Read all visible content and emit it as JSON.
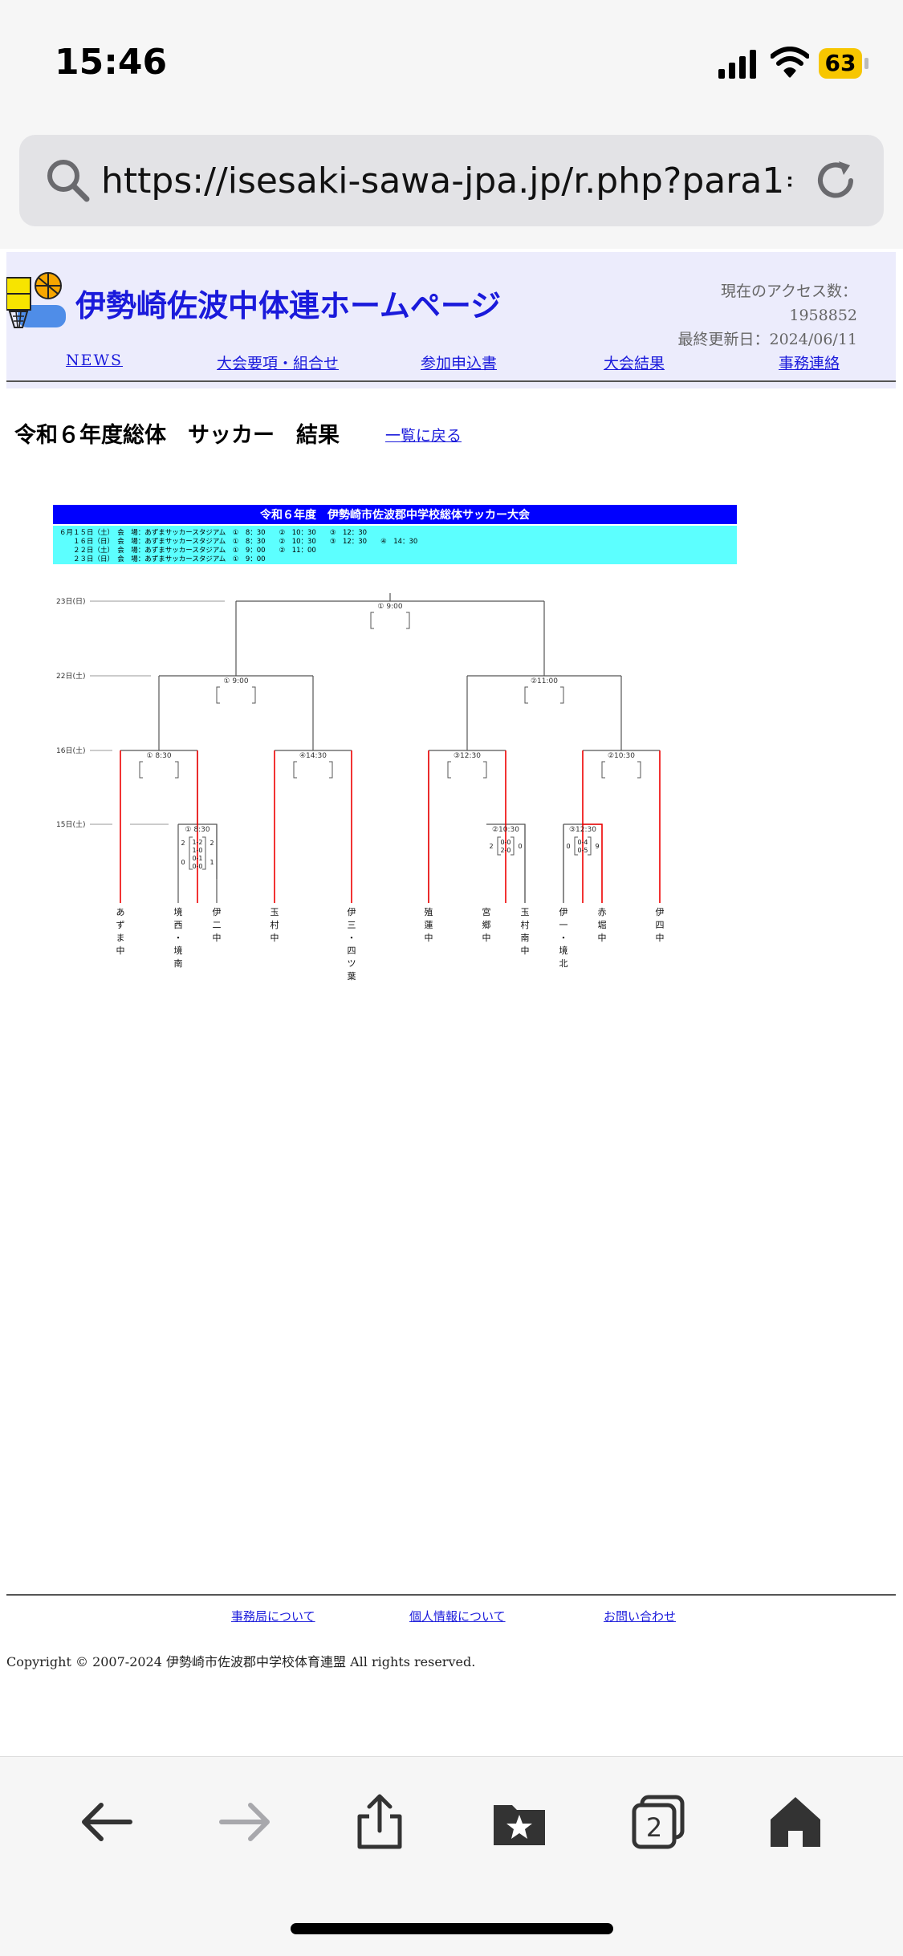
{
  "status_bar": {
    "time": "15:46",
    "battery": "63"
  },
  "browser": {
    "url": "https://isesaki-sawa-jpa.jp/r.php?para1=…",
    "tab_count": "2"
  },
  "site": {
    "title": "伊勢崎佐波中体連ホームページ",
    "access_count": "現在のアクセス数：1958852",
    "last_updated": "最終更新日：2024/06/11",
    "nav": [
      "NEWS",
      "大会要項・組合せ",
      "参加申込書",
      "大会結果",
      "事務連絡"
    ]
  },
  "page": {
    "heading": "令和６年度総体　サッカー　結果",
    "back_link": "一覧に戻る"
  },
  "bracket": {
    "banner": "令和６年度　伊勢崎市佐波郡中学校総体サッカー大会",
    "schedule": [
      "６月１５日（土）　会　場：あずまサッカースタジアム　①　8：30　　②　10：30　　③　12：30",
      "　　１６日（日）　会　場：あずまサッカースタジアム　①　8：30　　②　10：30　　③　12：30　　④　14：30",
      "　　２２日（土）　会　場：あずまサッカースタジアム　①　9：00　　②　11：00",
      "　　２３日（日）　会　場：あずまサッカースタジアム　①　9：00"
    ],
    "round_dates": [
      "23日(日)",
      "22日(土)",
      "16日(土)",
      "15日(土)"
    ],
    "match_times": {
      "final": "① 9:00",
      "semi_left": "① 9:00",
      "semi_right": "②11:00",
      "qf1": "① 8:30",
      "qf2": "④14:30",
      "qf3": "③12:30",
      "qf4": "②10:30",
      "r1_a": "① 8:30",
      "r1_b": "②10:30",
      "r1_c": "③12:30"
    },
    "r1_scores": {
      "a_left": [
        "2",
        "0"
      ],
      "a_inner": [
        "1-2",
        "1-0",
        "0-1",
        "0-0"
      ],
      "a_right": [
        "2",
        "1"
      ],
      "b_left": "2",
      "b_inner": [
        "0-0",
        "2-0"
      ],
      "b_right": "0",
      "c_left": "0",
      "c_inner": [
        "0-4",
        "0-5"
      ],
      "c_right": "9"
    },
    "teams": [
      "あずま中",
      "境西・境南",
      "伊二中",
      "玉村中",
      "伊三・四ツ葉",
      "殖蓮中",
      "宮郷中",
      "玉村南中",
      "伊一・境北",
      "赤堀中",
      "伊四中"
    ]
  },
  "footer": {
    "links": [
      "事務局について",
      "個人情報について",
      "お問い合わせ"
    ],
    "copyright": "Copyright © 2007-2024 伊勢崎市佐波郡中学校体育連盟 All rights reserved."
  }
}
